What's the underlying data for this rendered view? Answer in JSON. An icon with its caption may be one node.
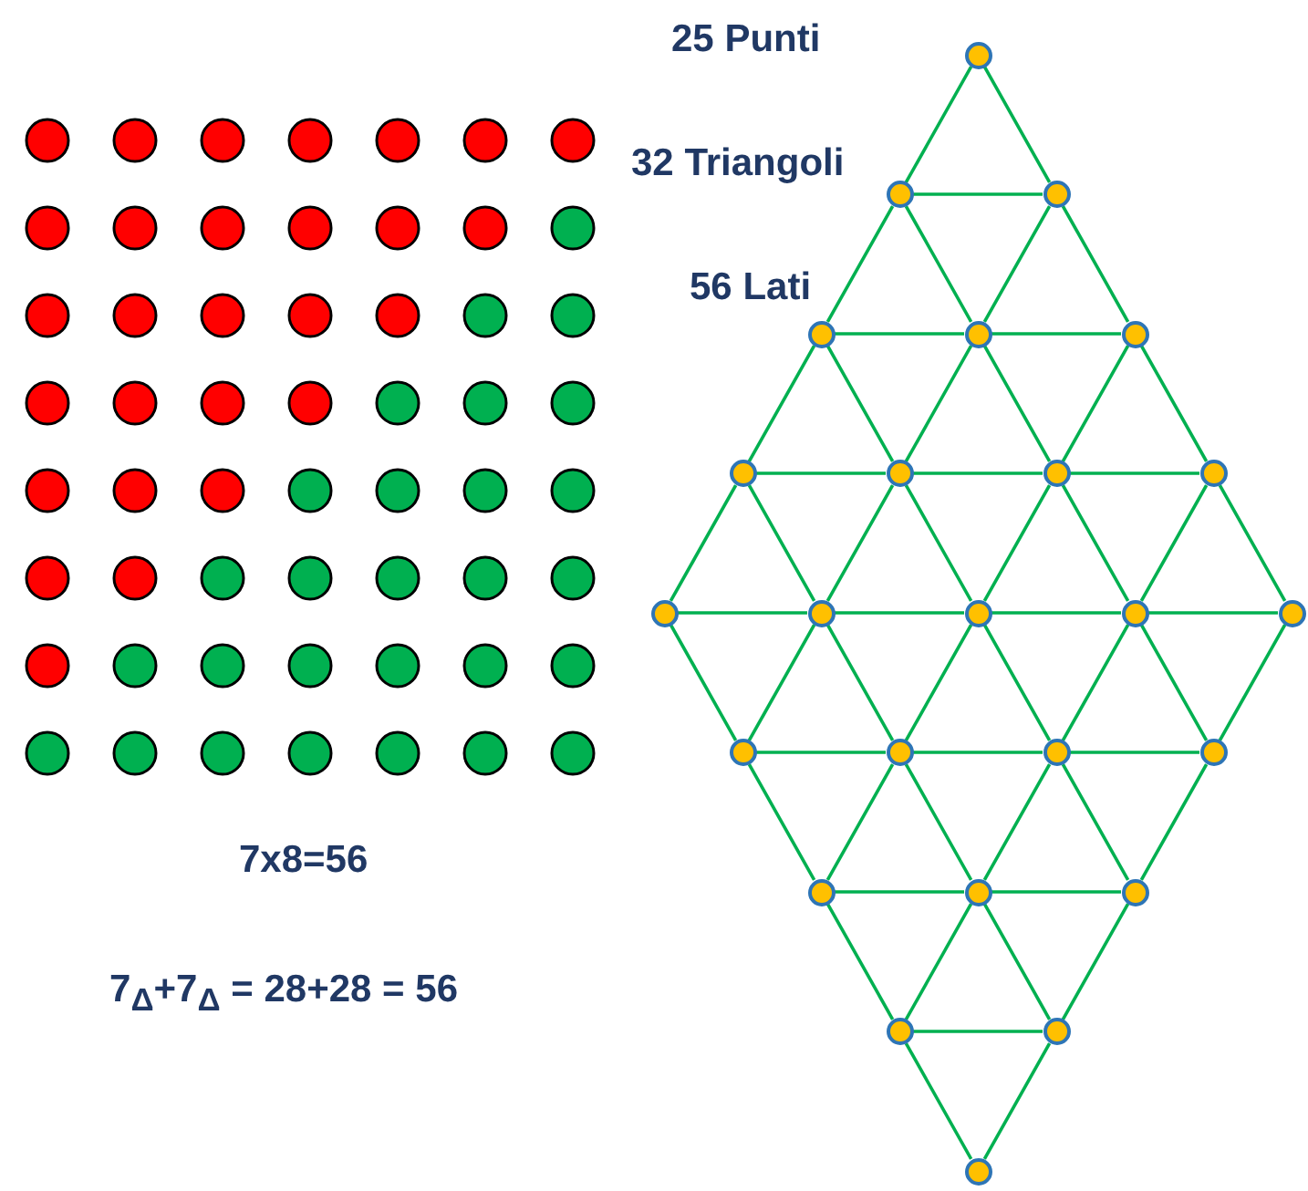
{
  "diagram": {
    "nodes": [
      {
        "text": [],
        "shape": "circle"
      },
      {
        "text": [],
        "shape": "circle"
      },
      {
        "text": [],
        "shape": "circle"
      },
      {
        "text": [],
        "shape": "circle"
      },
      {
        "text": [],
        "shape": "circle"
      },
      {
        "text": [],
        "shape": "circle"
      },
      {
        "text": [],
        "shape": "circle"
      },
      {
        "text": [],
        "shape": "circle"
      },
      {
        "text": [],
        "shape": "circle"
      },
      {
        "text": [],
        "shape": "circle"
      },
      {
        "text": [],
        "shape": "circle"
      },
      {
        "text": [],
        "shape": "circle"
      },
      {
        "text": [],
        "shape": "circle"
      },
      {
        "text": [],
        "shape": "circle"
      },
      {
        "text": [],
        "shape": "circle"
      },
      {
        "text": [],
        "shape": "circle"
      },
      {
        "text": [],
        "shape": "circle"
      },
      {
        "text": [],
        "shape": "circle"
      },
      {
        "text": [],
        "shape": "circle"
      },
      {
        "text": [],
        "shape": "circle"
      },
      {
        "text": [],
        "shape": "circle"
      },
      {
        "text": [],
        "shape": "circle"
      },
      {
        "text": [],
        "shape": "circle"
      },
      {
        "text": [],
        "shape": "circle"
      },
      {
        "text": [],
        "shape": "circle"
      }
    ],
    "edges": [
      {
        "from": 0,
        "to": 1,
        "arrow": "none"
      },
      {
        "from": 0,
        "to": 2,
        "arrow": "none"
      },
      {
        "from": 1,
        "to": 2,
        "arrow": "none"
      },
      {
        "from": 1,
        "to": 3,
        "arrow": "none"
      },
      {
        "from": 1,
        "to": 4,
        "arrow": "none"
      },
      {
        "from": 2,
        "to": 4,
        "arrow": "none"
      },
      {
        "from": 2,
        "to": 5,
        "arrow": "none"
      },
      {
        "from": 3,
        "to": 4,
        "arrow": "none"
      },
      {
        "from": 4,
        "to": 5,
        "arrow": "none"
      },
      {
        "from": 3,
        "to": 6,
        "arrow": "none"
      },
      {
        "from": 3,
        "to": 7,
        "arrow": "none"
      },
      {
        "from": 4,
        "to": 7,
        "arrow": "none"
      },
      {
        "from": 4,
        "to": 8,
        "arrow": "none"
      },
      {
        "from": 5,
        "to": 8,
        "arrow": "none"
      },
      {
        "from": 5,
        "to": 9,
        "arrow": "none"
      },
      {
        "from": 6,
        "to": 7,
        "arrow": "none"
      },
      {
        "from": 7,
        "to": 8,
        "arrow": "none"
      },
      {
        "from": 8,
        "to": 9,
        "arrow": "none"
      },
      {
        "from": 6,
        "to": 10,
        "arrow": "none"
      },
      {
        "from": 6,
        "to": 11,
        "arrow": "none"
      },
      {
        "from": 7,
        "to": 11,
        "arrow": "none"
      },
      {
        "from": 7,
        "to": 12,
        "arrow": "none"
      },
      {
        "from": 8,
        "to": 12,
        "arrow": "none"
      },
      {
        "from": 8,
        "to": 13,
        "arrow": "none"
      },
      {
        "from": 9,
        "to": 13,
        "arrow": "none"
      },
      {
        "from": 9,
        "to": 14,
        "arrow": "none"
      },
      {
        "from": 10,
        "to": 11,
        "arrow": "none"
      },
      {
        "from": 11,
        "to": 12,
        "arrow": "none"
      },
      {
        "from": 12,
        "to": 13,
        "arrow": "none"
      },
      {
        "from": 13,
        "to": 14,
        "arrow": "none"
      },
      {
        "from": 10,
        "to": 15,
        "arrow": "none"
      },
      {
        "from": 11,
        "to": 15,
        "arrow": "none"
      },
      {
        "from": 11,
        "to": 16,
        "arrow": "none"
      },
      {
        "from": 12,
        "to": 16,
        "arrow": "none"
      },
      {
        "from": 12,
        "to": 17,
        "arrow": "none"
      },
      {
        "from": 13,
        "to": 17,
        "arrow": "none"
      },
      {
        "from": 13,
        "to": 18,
        "arrow": "none"
      },
      {
        "from": 14,
        "to": 18,
        "arrow": "none"
      },
      {
        "from": 15,
        "to": 16,
        "arrow": "none"
      },
      {
        "from": 16,
        "to": 17,
        "arrow": "none"
      },
      {
        "from": 17,
        "to": 18,
        "arrow": "none"
      },
      {
        "from": 15,
        "to": 19,
        "arrow": "none"
      },
      {
        "from": 16,
        "to": 19,
        "arrow": "none"
      },
      {
        "from": 16,
        "to": 20,
        "arrow": "none"
      },
      {
        "from": 17,
        "to": 20,
        "arrow": "none"
      },
      {
        "from": 17,
        "to": 21,
        "arrow": "none"
      },
      {
        "from": 18,
        "to": 21,
        "arrow": "none"
      },
      {
        "from": 19,
        "to": 20,
        "arrow": "none"
      },
      {
        "from": 20,
        "to": 21,
        "arrow": "none"
      },
      {
        "from": 19,
        "to": 22,
        "arrow": "none"
      },
      {
        "from": 20,
        "to": 22,
        "arrow": "none"
      },
      {
        "from": 20,
        "to": 23,
        "arrow": "none"
      },
      {
        "from": 21,
        "to": 23,
        "arrow": "none"
      },
      {
        "from": 22,
        "to": 23,
        "arrow": "none"
      },
      {
        "from": 22,
        "to": 24,
        "arrow": "none"
      },
      {
        "from": 23,
        "to": 24,
        "arrow": "none"
      }
    ],
    "labels": [
      "25 Punti",
      "32 Triangoli",
      "56 Lati",
      "7x8=56",
      "7$_{Δ}$+7$_{Δ}$ = 28+28 = 56"
    ]
  }
}
